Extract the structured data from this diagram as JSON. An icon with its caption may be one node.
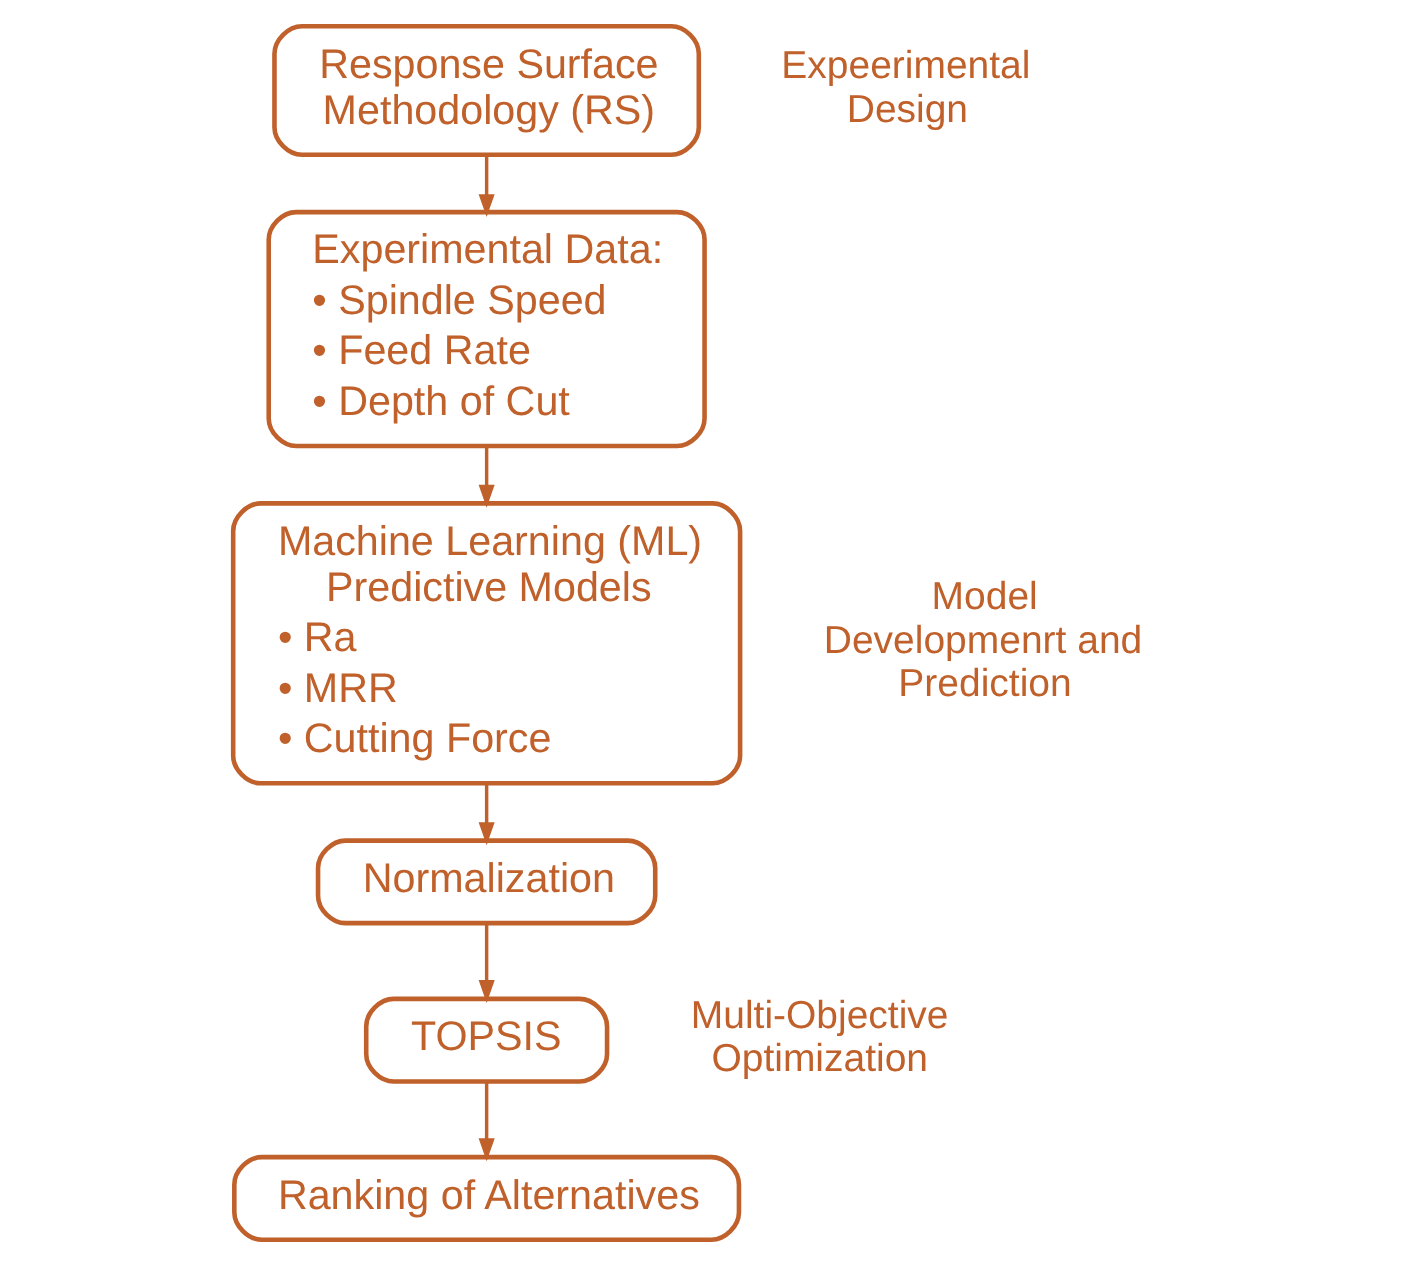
{
  "diagram": {
    "nodes": [
      {
        "text": [
          "Response Surface Methodology (RS)"
        ],
        "beside": [
          "Expeerimental Design"
        ]
      },
      {
        "text": [
          "Experimental Data:",
          "• Spindle Speed",
          "• Feed Rate",
          "• Depth of Cut"
        ]
      },
      {
        "text": [
          "Machine Learning (ML) Predictive Models",
          "• Ra",
          "• MRR",
          "• Cutting Force"
        ],
        "beside": [
          "Model Developmenrt and Prediction"
        ]
      },
      {
        "text": [
          "Normalization"
        ]
      },
      {
        "text": [
          "TOPSIS"
        ],
        "beside": [
          "Multi-Objective Optimization"
        ]
      },
      {
        "text": [
          "Ranking of Alternatives"
        ]
      }
    ],
    "edges": [
      {
        "from": 0,
        "to": 1,
        "arrow": "to"
      },
      {
        "from": 1,
        "to": 2,
        "arrow": "to"
      },
      {
        "from": 2,
        "to": 3,
        "arrow": "to"
      },
      {
        "from": 3,
        "to": 4,
        "arrow": "to"
      },
      {
        "from": 4,
        "to": 5,
        "arrow": "to"
      }
    ]
  }
}
